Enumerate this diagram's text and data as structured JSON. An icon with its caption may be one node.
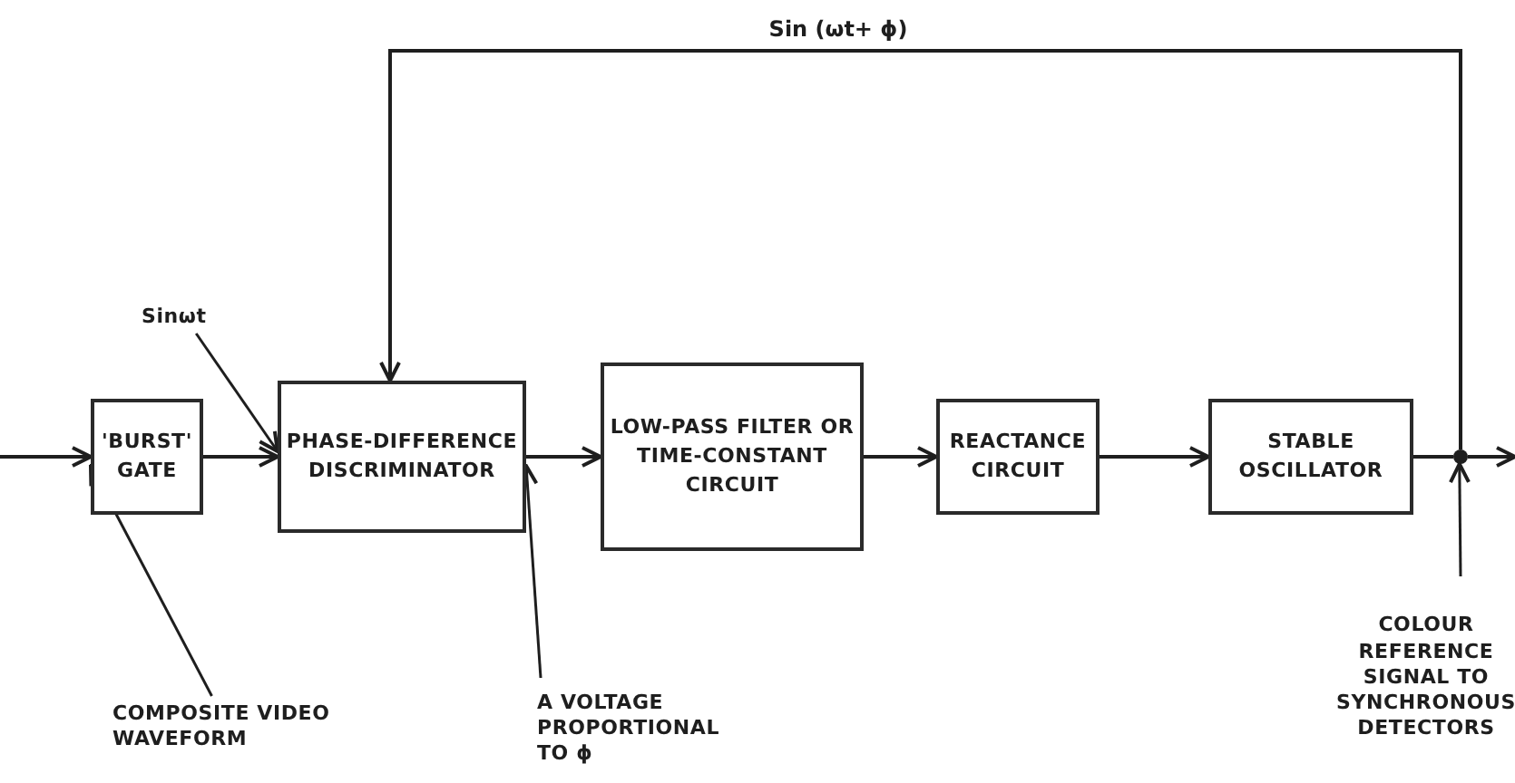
{
  "diagram": {
    "nodes": [
      {
        "text": [
          "'BURST' GATE"
        ]
      },
      {
        "text": [
          "PHASE-DIFFERENCE DISCRIMINATOR"
        ]
      },
      {
        "text": [
          "LOW-PASS FILTER OR TIME-CONSTANT CIRCUIT"
        ]
      },
      {
        "text": [
          "REACTANCE CIRCUIT"
        ]
      },
      {
        "text": [
          "STABLE OSCILLATOR"
        ]
      },
      {
        "text": [],
        "shape": "circle"
      },
      {
        "text": [
          "Sinωt"
        ]
      },
      {
        "text": [
          "COMPOSITE VIDEO WAVEFORM"
        ]
      },
      {
        "text": [
          "A VOLTAGE PROPORTIONAL TO ϕ"
        ]
      },
      {
        "text": [
          "COLOUR REFERENCE SIGNAL TO SYNCHRONOUS DETECTORS"
        ]
      }
    ],
    "edges": [
      {
        "from": null,
        "to": 0,
        "arrow": "to"
      },
      {
        "from": 0,
        "to": 1,
        "arrow": "to"
      },
      {
        "from": 1,
        "to": 2,
        "arrow": "to"
      },
      {
        "from": 2,
        "to": 3,
        "arrow": "to"
      },
      {
        "from": 3,
        "to": 4,
        "arrow": "to"
      },
      {
        "from": 4,
        "to": 5,
        "arrow": "none"
      },
      {
        "from": 5,
        "to": null,
        "arrow": "to"
      },
      {
        "from": 5,
        "to": 1,
        "arrow": "to",
        "label": "Sin (ωt+ ϕ)"
      },
      {
        "from": 6,
        "to": 1,
        "arrow": "to"
      },
      {
        "from": 7,
        "to": 0,
        "arrow": "to"
      },
      {
        "from": 8,
        "to": 1,
        "arrow": "to"
      },
      {
        "from": 9,
        "to": 5,
        "arrow": "to"
      }
    ]
  }
}
